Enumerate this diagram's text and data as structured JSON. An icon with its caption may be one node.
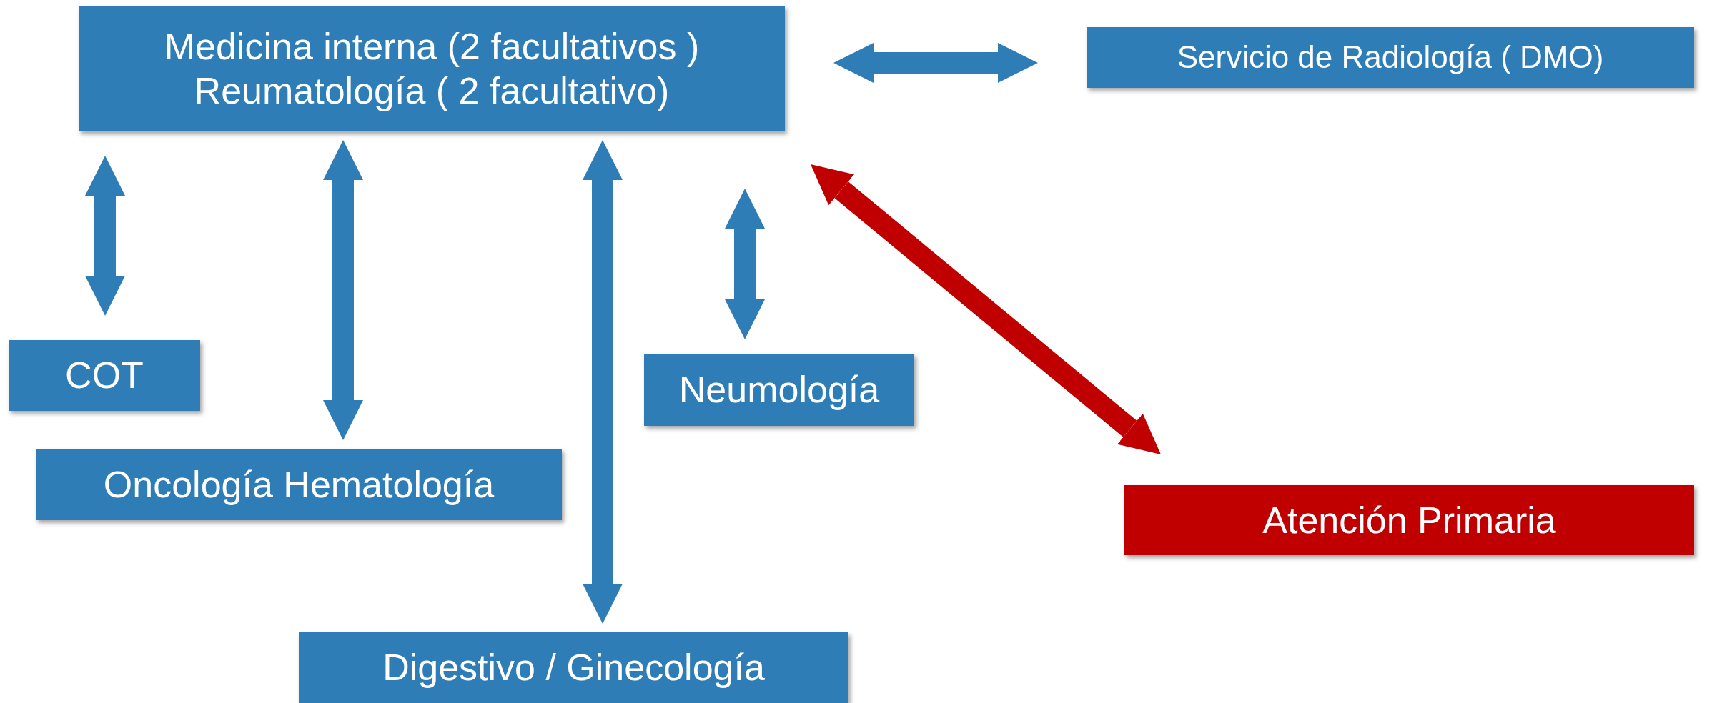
{
  "diagram": {
    "nodes": [
      {
        "text": [
          "Medicina interna (2 facultativos ) Reumatología ( 2 facultativo)"
        ]
      },
      {
        "text": [
          "Servicio de Radiología ( DMO)"
        ]
      },
      {
        "text": [
          "COT"
        ]
      },
      {
        "text": [
          "Oncología Hematología"
        ]
      },
      {
        "text": [
          "Neumología"
        ]
      },
      {
        "text": [
          "Atención Primaria"
        ]
      },
      {
        "text": [
          "Digestivo / Ginecología"
        ]
      }
    ],
    "edges": [
      {
        "from": 0,
        "to": 1,
        "arrow": "both"
      },
      {
        "from": 0,
        "to": 2,
        "arrow": "both"
      },
      {
        "from": 0,
        "to": 3,
        "arrow": "both"
      },
      {
        "from": 0,
        "to": 6,
        "arrow": "both"
      },
      {
        "from": 0,
        "to": 4,
        "arrow": "both"
      },
      {
        "from": 0,
        "to": 5,
        "arrow": "both",
        "color": "#c00000"
      }
    ]
  }
}
